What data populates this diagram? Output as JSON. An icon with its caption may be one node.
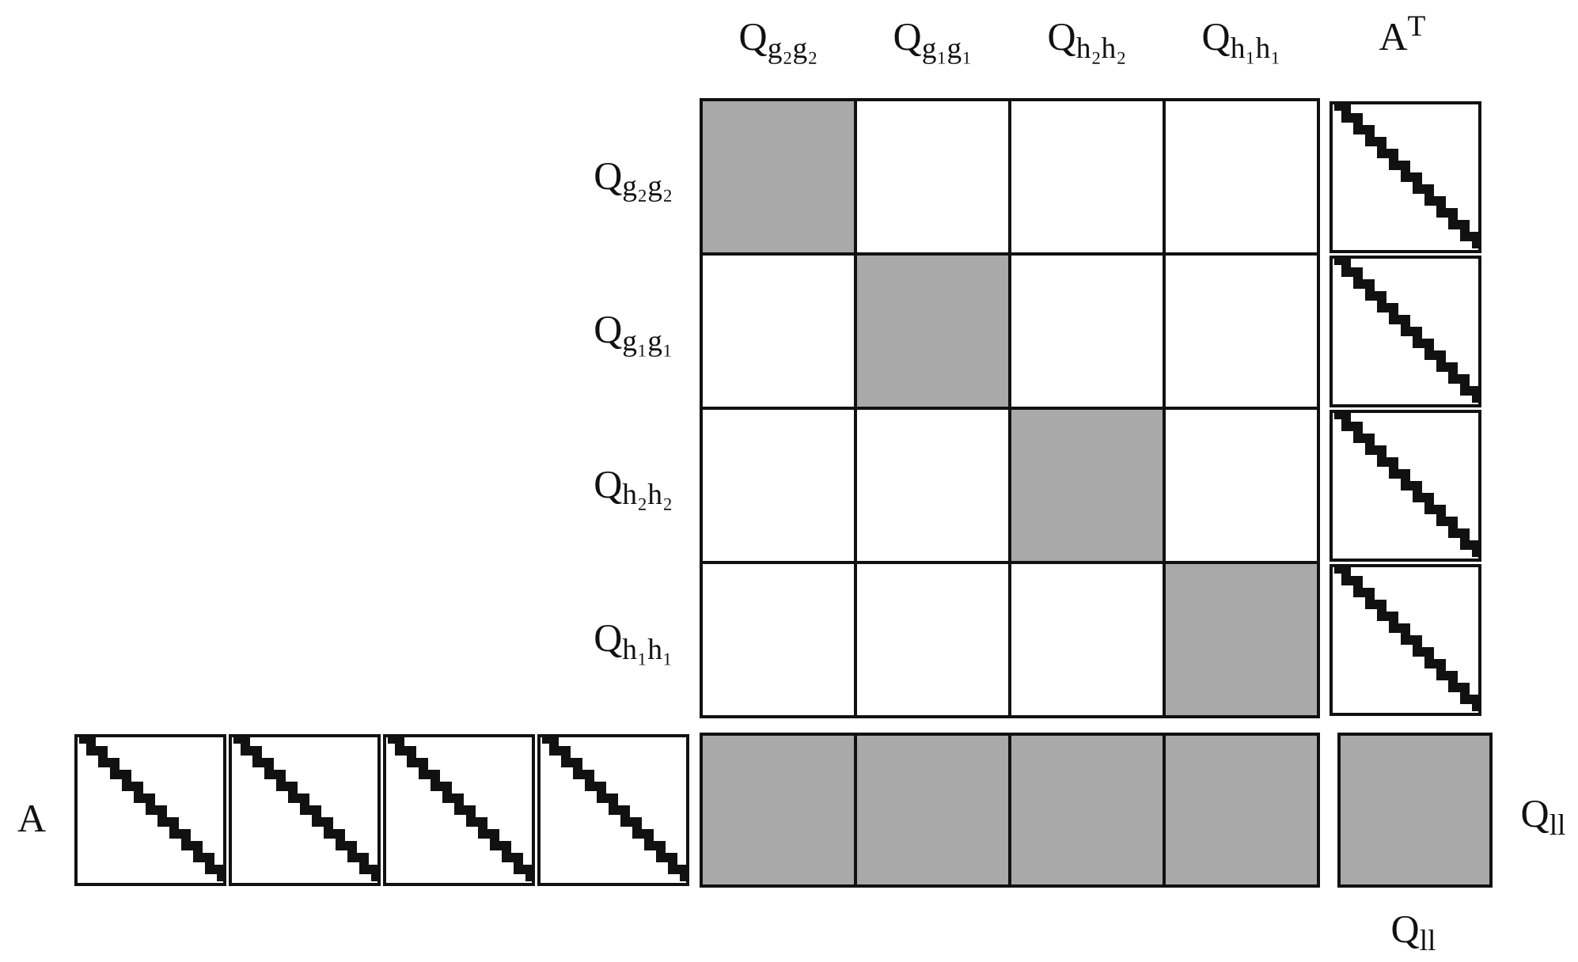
{
  "diagram": {
    "labels": [
      "Q$_{g₂g₂}$",
      "Q$_{g₁g₁}$",
      "Q$_{h₂h₂}$",
      "Q$_{h₁h₁}$",
      "A$^{T}$",
      "Q$_{g₂g₂}$",
      "Q$_{g₁g₁}$",
      "Q$_{h₂h₂}$",
      "Q$_{h₁h₁}$",
      "A",
      "Q$_{ll}$",
      "Q$_{ll}$"
    ]
  }
}
